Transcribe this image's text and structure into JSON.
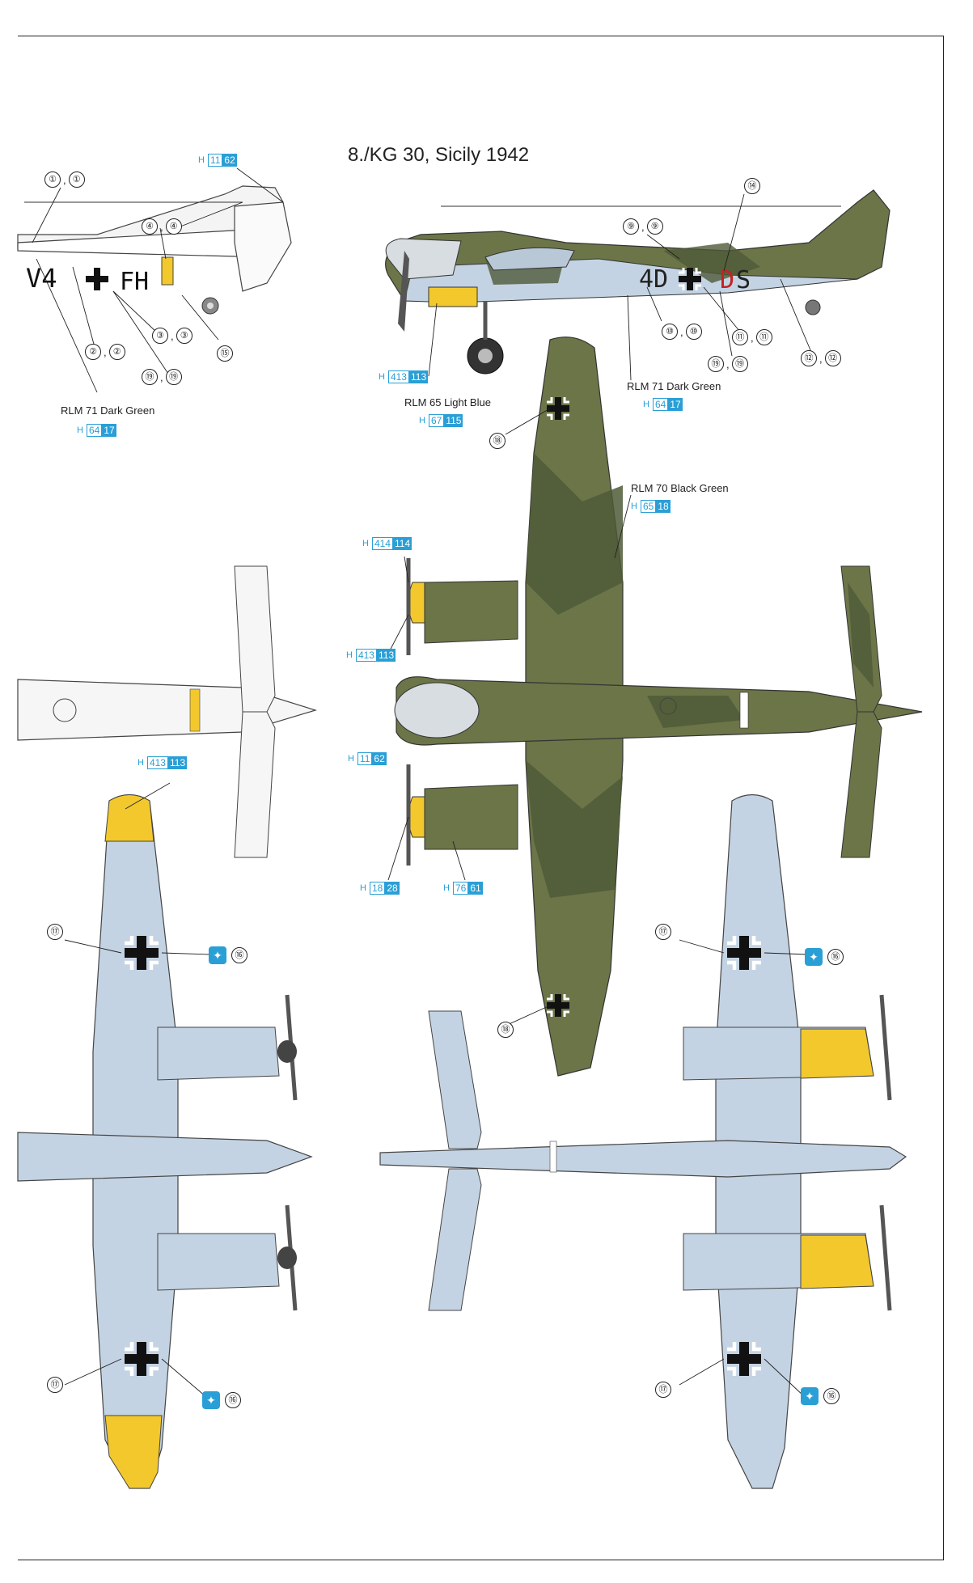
{
  "title": "8./KG 30, Sicily 1942",
  "colors": {
    "rlm71": "#6b7548",
    "rlm70": "#4f5a38",
    "rlm65": "#c4d3e3",
    "yellow": "#f2c82d",
    "code_blue": "#2a9fd6"
  },
  "paint_labels": {
    "left_dark_green": "RLM 71 Dark Green",
    "right_light_blue": "RLM 65 Light Blue",
    "right_dark_green": "RLM 71 Dark Green",
    "black_green": "RLM 70 Black Green"
  },
  "paint_codes": [
    {
      "h": "H",
      "a": "11",
      "b": "62"
    },
    {
      "h": "H",
      "a": "64",
      "b": "17"
    },
    {
      "h": "H",
      "a": "413",
      "b": "113"
    },
    {
      "h": "H",
      "a": "67",
      "b": "115"
    },
    {
      "h": "H",
      "a": "64",
      "b": "17"
    },
    {
      "h": "H",
      "a": "65",
      "b": "18"
    },
    {
      "h": "H",
      "a": "414",
      "b": "114"
    },
    {
      "h": "H",
      "a": "413",
      "b": "113"
    },
    {
      "h": "H",
      "a": "413",
      "b": "113"
    },
    {
      "h": "H",
      "a": "11",
      "b": "62"
    },
    {
      "h": "H",
      "a": "18",
      "b": "28"
    },
    {
      "h": "H",
      "a": "76",
      "b": "61"
    }
  ],
  "callouts": {
    "c1": [
      "①",
      "①"
    ],
    "c4": [
      "④",
      "④"
    ],
    "c3": [
      "③",
      "③"
    ],
    "c2": [
      "②",
      "②"
    ],
    "c19a": [
      "⑲",
      "⑲"
    ],
    "c15": "⑮",
    "c14": "⑭",
    "c9": [
      "⑨",
      "⑨"
    ],
    "c10": [
      "⑩",
      "⑩"
    ],
    "c11": [
      "⑪",
      "⑪"
    ],
    "c19b": [
      "⑲",
      "⑲"
    ],
    "c12": [
      "⑫",
      "⑫"
    ],
    "c18a": "⑱",
    "c18b": "⑱",
    "c17a": "⑰",
    "c16a": "⑯",
    "c17b": "⑰",
    "c16b": "⑯",
    "c17c": "⑰",
    "c16c": "⑯",
    "c17d": "⑰",
    "c16d": "⑯"
  },
  "fuselage_codes": {
    "left_prefix": "V4",
    "left_suffix": "FH",
    "right_prefix": "4D",
    "right_letter_red": "D",
    "right_letter_black": "S"
  }
}
